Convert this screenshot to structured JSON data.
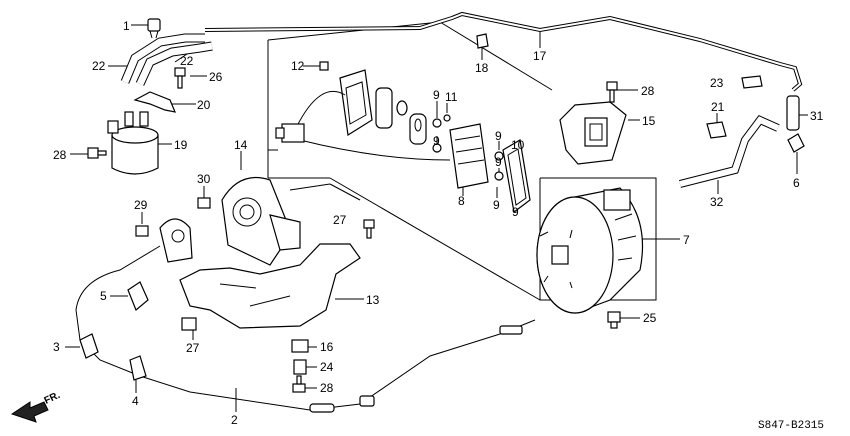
{
  "diagram": {
    "code": "S847-B2315",
    "direction": "FR.",
    "callouts": [
      "1",
      "22",
      "22",
      "26",
      "20",
      "19",
      "28",
      "12",
      "9",
      "11",
      "9",
      "9",
      "9",
      "9",
      "9",
      "10",
      "8",
      "14",
      "30",
      "29",
      "27",
      "5",
      "27",
      "13",
      "7",
      "16",
      "24",
      "28",
      "25",
      "3",
      "4",
      "2",
      "17",
      "18",
      "28",
      "15",
      "23",
      "21",
      "31",
      "6",
      "32"
    ]
  }
}
